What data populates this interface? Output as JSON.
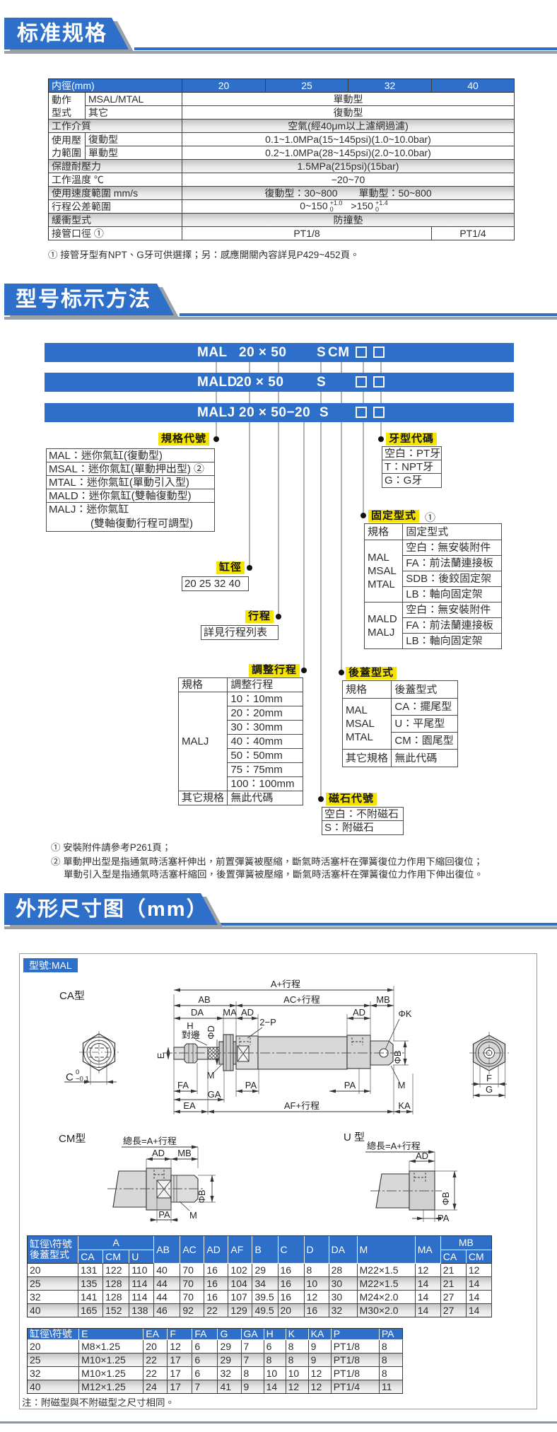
{
  "colors": {
    "blue": "#2e6fc9",
    "banner_shadow": "#9aa1a8",
    "yellow": "#f5e400",
    "stripe_top": "#c3c3c3",
    "stripe_bottom": "#f2f2f2",
    "line_gray": "#7c7c7c"
  },
  "banners": {
    "b1": "标准规格",
    "b2": "型号标示方法",
    "b3": "外形尺寸图（mm）"
  },
  "spec": {
    "title_col": "内徑(mm)",
    "bores": [
      "20",
      "25",
      "32",
      "40"
    ],
    "action_label": "動作\n型式",
    "action_r1_key": "MSAL/MTAL",
    "action_r1_val": "單動型",
    "action_r2_key": "其它",
    "action_r2_val": "復動型",
    "medium_label": "工作介質",
    "medium_val": "空氣(經40μm以上濾網過濾)",
    "pressure_label": "使用壓\n力範圍",
    "pressure_r1_key": "復動型",
    "pressure_r1_val": "0.1~1.0MPa(15~145psi)(1.0~10.0bar)",
    "pressure_r2_key": "單動型",
    "pressure_r2_val": "0.2~1.0MPa(28~145psi)(2.0~10.0bar)",
    "proof_label": "保證耐壓力",
    "proof_val": "1.5MPa(215psi)(15bar)",
    "temp_label": "工作溫度 ℃",
    "temp_val": "−20~70",
    "speed_label": "使用速度範圍 mm/s",
    "speed_val_1": "復動型：30~800",
    "speed_val_2": "單動型：50~800",
    "tol_label": "行程公差範圍",
    "tol_r1": "0~150",
    "tol_r1_sup": "+1.0",
    "tol_r1_sub": "0",
    "tol_r2": ">150",
    "tol_r2_sup": "+1.4",
    "tol_r2_sub": "0",
    "cushion_label": "緩衝型式",
    "cushion_val": "防撞墊",
    "port_label": "接管口徑 ①",
    "port_val_1": "PT1/8",
    "port_val_2": "PT1/4",
    "footnote": "① 接管牙型有NPT、G牙可供選擇；另：感應開關內容詳見P429~452頁。"
  },
  "model_bars": [
    {
      "name": "MAL",
      "size": "20 × 50",
      "magnet": "S",
      "cover": "CM"
    },
    {
      "name": "MALD",
      "size": "20 × 50",
      "magnet": "S",
      "cover": ""
    },
    {
      "name": "MALJ",
      "size": "20 × 50−20",
      "magnet": "S",
      "cover": ""
    }
  ],
  "callouts": {
    "spec_code": {
      "label": "規格代號",
      "items": [
        "MAL：迷你氣缸(復動型)",
        "MSAL：迷你氣缸(單動押出型) ②",
        "MTAL：迷你氣缸(單動引入型)",
        "MALD：迷你氣缸(雙軸復動型)",
        "MALJ：迷你氣缸"
      ],
      "item5_line2": "(雙軸復動行程可調型)"
    },
    "bore": {
      "label": "缸徑",
      "value": "20 25 32 40"
    },
    "stroke": {
      "label": "行程",
      "value": "詳見行程列表"
    },
    "adjust": {
      "label": "調整行程",
      "h1": "規格",
      "h2": "調整行程",
      "group": "MALJ",
      "items": [
        "10：10mm",
        "20：20mm",
        "30：30mm",
        "40：40mm",
        "50：50mm",
        "75：75mm",
        "100：100mm"
      ],
      "other_key": "其它規格",
      "other_val": "無此代碼"
    },
    "magnet": {
      "label": "磁石代號",
      "items": [
        "空白：不附磁石",
        "S：附磁石"
      ]
    },
    "cover": {
      "label": "後蓋型式",
      "h1": "規格",
      "h2": "後蓋型式",
      "group": [
        "MAL",
        "MSAL",
        "MTAL"
      ],
      "items": [
        "CA：擺尾型",
        "U：平尾型",
        "CM：園尾型"
      ],
      "other_key": "其它規格",
      "other_val": "無此代碼"
    },
    "mount": {
      "label": "固定型式",
      "ref": "①",
      "h1": "規格",
      "h2": "固定型式",
      "group1": [
        "MAL",
        "MSAL",
        "MTAL"
      ],
      "items1": [
        "空白：無安裝附件",
        "FA：前法蘭連接板",
        "SDB：後鉸固定架",
        "LB：軸向固定架"
      ],
      "group2": [
        "MALD",
        "MALJ"
      ],
      "items2": [
        "空白：無安裝附件",
        "FA：前法蘭連接板",
        "LB：軸向固定架"
      ]
    },
    "thread": {
      "label": "牙型代碼",
      "items": [
        "空白：PT牙",
        "T：NPT牙",
        "G：G牙"
      ]
    }
  },
  "notes2": [
    "① 安裝附件請參考P261頁；",
    "② 單動押出型是指通氣時活塞杆伸出，前置彈簧被壓縮，斷氣時活塞杆在彈簧復位力作用下縮回復位；",
    "單動引入型是指通氣時活塞杆縮回，後置彈簧被壓縮，斷氣時活塞杆在彈簧復位力作用下伸出復位。"
  ],
  "drawing": {
    "tag": "型號:MAL",
    "view_ca": "CA型",
    "view_cm": "CM型",
    "view_u": "U 型",
    "ca": {
      "a": "A+行程",
      "ab": "AB",
      "ac": "AC+行程",
      "mb": "MB",
      "da": "DA",
      "ma": "MA",
      "ad1": "AD",
      "ad2": "AD",
      "phik": "ΦK",
      "h": "H",
      "flats": "對邊",
      "phid": "ΦD",
      "p2": "2−P",
      "e": "E",
      "c": "C",
      "c_sup": "0",
      "c_sub": "−0.1",
      "m1": "M",
      "fa": "FA",
      "ga": "GA",
      "pa1": "PA",
      "pa2": "PA",
      "m2": "M",
      "ea": "EA",
      "af": "AF+行程",
      "ka": "KA",
      "phib": "ΦB",
      "f": "F",
      "g": "G"
    },
    "cm": {
      "total": "總長=A+行程",
      "ad": "AD",
      "mb": "MB",
      "phib": "ΦB",
      "pa": "PA",
      "m": "M"
    },
    "u": {
      "total": "總長=A+行程",
      "ad": "AD",
      "phib": "ΦB",
      "pa": "PA"
    }
  },
  "dim1": {
    "corner1": "缸徑\\符號",
    "corner2": "後蓋型式",
    "ga": "A",
    "gmb": "MB",
    "sub_a": [
      "CA",
      "CM",
      "U"
    ],
    "sub_mb": [
      "CA",
      "CM"
    ],
    "cols": [
      "AB",
      "AC",
      "AD",
      "AF",
      "B",
      "C",
      "D",
      "DA",
      "M",
      "MA"
    ],
    "rows": [
      [
        "20",
        "131",
        "122",
        "110",
        "40",
        "70",
        "16",
        "102",
        "29",
        "16",
        "8",
        "28",
        "M22×1.5",
        "12",
        "21",
        "12"
      ],
      [
        "25",
        "135",
        "128",
        "114",
        "44",
        "70",
        "16",
        "104",
        "34",
        "16",
        "10",
        "30",
        "M22×1.5",
        "14",
        "21",
        "14"
      ],
      [
        "32",
        "141",
        "128",
        "114",
        "44",
        "70",
        "16",
        "107",
        "39.5",
        "16",
        "12",
        "30",
        "M24×2.0",
        "14",
        "27",
        "14"
      ],
      [
        "40",
        "165",
        "152",
        "138",
        "46",
        "92",
        "22",
        "129",
        "49.5",
        "20",
        "16",
        "32",
        "M30×2.0",
        "14",
        "27",
        "14"
      ]
    ]
  },
  "dim2": {
    "corner": "缸徑\\符號",
    "cols": [
      "E",
      "EA",
      "F",
      "FA",
      "G",
      "GA",
      "H",
      "K",
      "KA",
      "P",
      "PA"
    ],
    "rows": [
      [
        "20",
        "M8×1.25",
        "20",
        "12",
        "6",
        "29",
        "7",
        "6",
        "8",
        "9",
        "PT1/8",
        "8"
      ],
      [
        "25",
        "M10×1.25",
        "22",
        "17",
        "6",
        "29",
        "7",
        "8",
        "8",
        "9",
        "PT1/8",
        "8"
      ],
      [
        "32",
        "M10×1.25",
        "22",
        "17",
        "6",
        "32",
        "8",
        "10",
        "10",
        "12",
        "PT1/8",
        "8"
      ],
      [
        "40",
        "M12×1.25",
        "24",
        "17",
        "7",
        "41",
        "9",
        "14",
        "12",
        "12",
        "PT1/4",
        "11"
      ]
    ]
  },
  "note3": "注：附磁型與不附磁型之尺寸相同。"
}
